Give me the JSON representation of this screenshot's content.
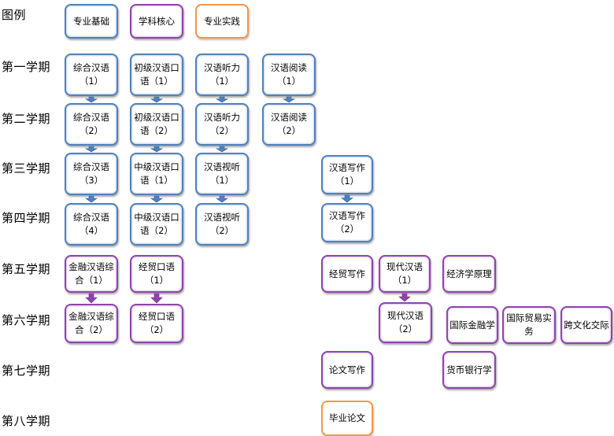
{
  "legend": {
    "title": "图例",
    "basic": "专业基础",
    "core": "学科核心",
    "practice": "专业实践"
  },
  "semesters": [
    "第一学期",
    "第二学期",
    "第三学期",
    "第四学期",
    "第五学期",
    "第六学期",
    "第七学期",
    "第八学期"
  ],
  "courses": [
    {
      "id": "zonghe1",
      "category": "basic",
      "lines": [
        "综合汉语",
        "（1）"
      ]
    },
    {
      "id": "chuji-kouyu1",
      "category": "basic",
      "lines": [
        "初级汉语口",
        "语（1）"
      ]
    },
    {
      "id": "tingli1",
      "category": "basic",
      "lines": [
        "汉语听力",
        "（1）"
      ]
    },
    {
      "id": "yuedu1",
      "category": "basic",
      "lines": [
        "汉语阅读",
        "（1）"
      ]
    },
    {
      "id": "zonghe2",
      "category": "basic",
      "lines": [
        "综合汉语",
        "（2）"
      ]
    },
    {
      "id": "chuji-kouyu2",
      "category": "basic",
      "lines": [
        "初级汉语口",
        "语（2）"
      ]
    },
    {
      "id": "tingli2",
      "category": "basic",
      "lines": [
        "汉语听力",
        "（2）"
      ]
    },
    {
      "id": "yuedu2",
      "category": "basic",
      "lines": [
        "汉语阅读",
        "（2）"
      ]
    },
    {
      "id": "zonghe3",
      "category": "basic",
      "lines": [
        "综合汉语",
        "（3）"
      ]
    },
    {
      "id": "zhongji-kouyu1",
      "category": "basic",
      "lines": [
        "中级汉语口",
        "语（1）"
      ]
    },
    {
      "id": "shiting1",
      "category": "basic",
      "lines": [
        "汉语视听",
        "（1）"
      ]
    },
    {
      "id": "xiezuo1",
      "category": "basic",
      "lines": [
        "汉语写作",
        "（1）"
      ]
    },
    {
      "id": "zonghe4",
      "category": "basic",
      "lines": [
        "综合汉语",
        "（4）"
      ]
    },
    {
      "id": "zhongji-kouyu2",
      "category": "basic",
      "lines": [
        "中级汉语口",
        "语（2）"
      ]
    },
    {
      "id": "shiting2",
      "category": "basic",
      "lines": [
        "汉语视听",
        "（2）"
      ]
    },
    {
      "id": "xiezuo2",
      "category": "basic",
      "lines": [
        "汉语写作",
        "（2）"
      ]
    },
    {
      "id": "jinrong-zonghe1",
      "category": "core",
      "lines": [
        "金融汉语综",
        "合（1）"
      ]
    },
    {
      "id": "jingmao-kouyu1",
      "category": "core",
      "lines": [
        "经贸口语",
        "（1）"
      ]
    },
    {
      "id": "jingmao-xiezuo",
      "category": "core",
      "lines": [
        "经贸写作"
      ]
    },
    {
      "id": "xiandai1",
      "category": "core",
      "lines": [
        "现代汉语",
        "（1）"
      ]
    },
    {
      "id": "jingjixue",
      "category": "core",
      "lines": [
        "经济学原理"
      ]
    },
    {
      "id": "jinrong-zonghe2",
      "category": "core",
      "lines": [
        "金融汉语综",
        "合（2）"
      ]
    },
    {
      "id": "jingmao-kouyu2",
      "category": "core",
      "lines": [
        "经贸口语",
        "（2）"
      ]
    },
    {
      "id": "xiandai2",
      "category": "core",
      "lines": [
        "现代汉语",
        "（2）"
      ]
    },
    {
      "id": "guoji-jinrong",
      "category": "core",
      "lines": [
        "国际金融学"
      ]
    },
    {
      "id": "guoji-maoyi",
      "category": "core",
      "lines": [
        "国际贸易实",
        "务"
      ]
    },
    {
      "id": "kuawenhua",
      "category": "core",
      "lines": [
        "跨文化交际"
      ]
    },
    {
      "id": "lunwen-xiezuo",
      "category": "core",
      "lines": [
        "论文写作"
      ]
    },
    {
      "id": "huobi",
      "category": "core",
      "lines": [
        "货币银行学"
      ]
    },
    {
      "id": "biye-lunwen",
      "category": "practice",
      "lines": [
        "毕业论文"
      ]
    }
  ],
  "links": [
    {
      "from": "zonghe1",
      "to": "zonghe2",
      "category": "basic"
    },
    {
      "from": "zonghe2",
      "to": "zonghe3",
      "category": "basic"
    },
    {
      "from": "zonghe3",
      "to": "zonghe4",
      "category": "basic"
    },
    {
      "from": "chuji-kouyu1",
      "to": "chuji-kouyu2",
      "category": "basic"
    },
    {
      "from": "chuji-kouyu2",
      "to": "zhongji-kouyu1",
      "category": "basic"
    },
    {
      "from": "zhongji-kouyu1",
      "to": "zhongji-kouyu2",
      "category": "basic"
    },
    {
      "from": "tingli1",
      "to": "tingli2",
      "category": "basic"
    },
    {
      "from": "tingli2",
      "to": "shiting1",
      "category": "basic"
    },
    {
      "from": "shiting1",
      "to": "shiting2",
      "category": "basic"
    },
    {
      "from": "yuedu1",
      "to": "yuedu2",
      "category": "basic"
    },
    {
      "from": "xiezuo1",
      "to": "xiezuo2",
      "category": "basic"
    },
    {
      "from": "jinrong-zonghe1",
      "to": "jinrong-zonghe2",
      "category": "core"
    },
    {
      "from": "jingmao-kouyu1",
      "to": "jingmao-kouyu2",
      "category": "core"
    },
    {
      "from": "xiandai1",
      "to": "xiandai2",
      "category": "core"
    }
  ],
  "colors": {
    "basic": "#4f81bd",
    "core": "#8e44ad",
    "practice": "#f79646",
    "arrow_basic": "#4f81bd",
    "arrow_core": "#8e44ad"
  }
}
